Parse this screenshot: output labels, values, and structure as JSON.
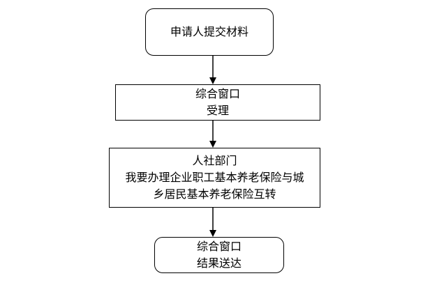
{
  "diagram": {
    "type": "flowchart",
    "nodes": [
      {
        "id": "n1",
        "shape": "rounded",
        "lines": [
          "申请人提交材料"
        ]
      },
      {
        "id": "n2",
        "shape": "rect",
        "lines": [
          "综合窗口",
          "受理"
        ]
      },
      {
        "id": "n3",
        "shape": "rect",
        "lines": [
          "人社部门",
          "我要办理企业职工基本养老保险与城",
          "乡居民基本养老保险互转"
        ]
      },
      {
        "id": "n4",
        "shape": "rounded",
        "lines": [
          "综合窗口",
          "结果送达"
        ]
      }
    ],
    "edges": [
      {
        "from": "n1",
        "to": "n2"
      },
      {
        "from": "n2",
        "to": "n3"
      },
      {
        "from": "n3",
        "to": "n4"
      }
    ],
    "colors": {
      "stroke": "#000000",
      "background": "#ffffff",
      "text": "#000000"
    }
  }
}
